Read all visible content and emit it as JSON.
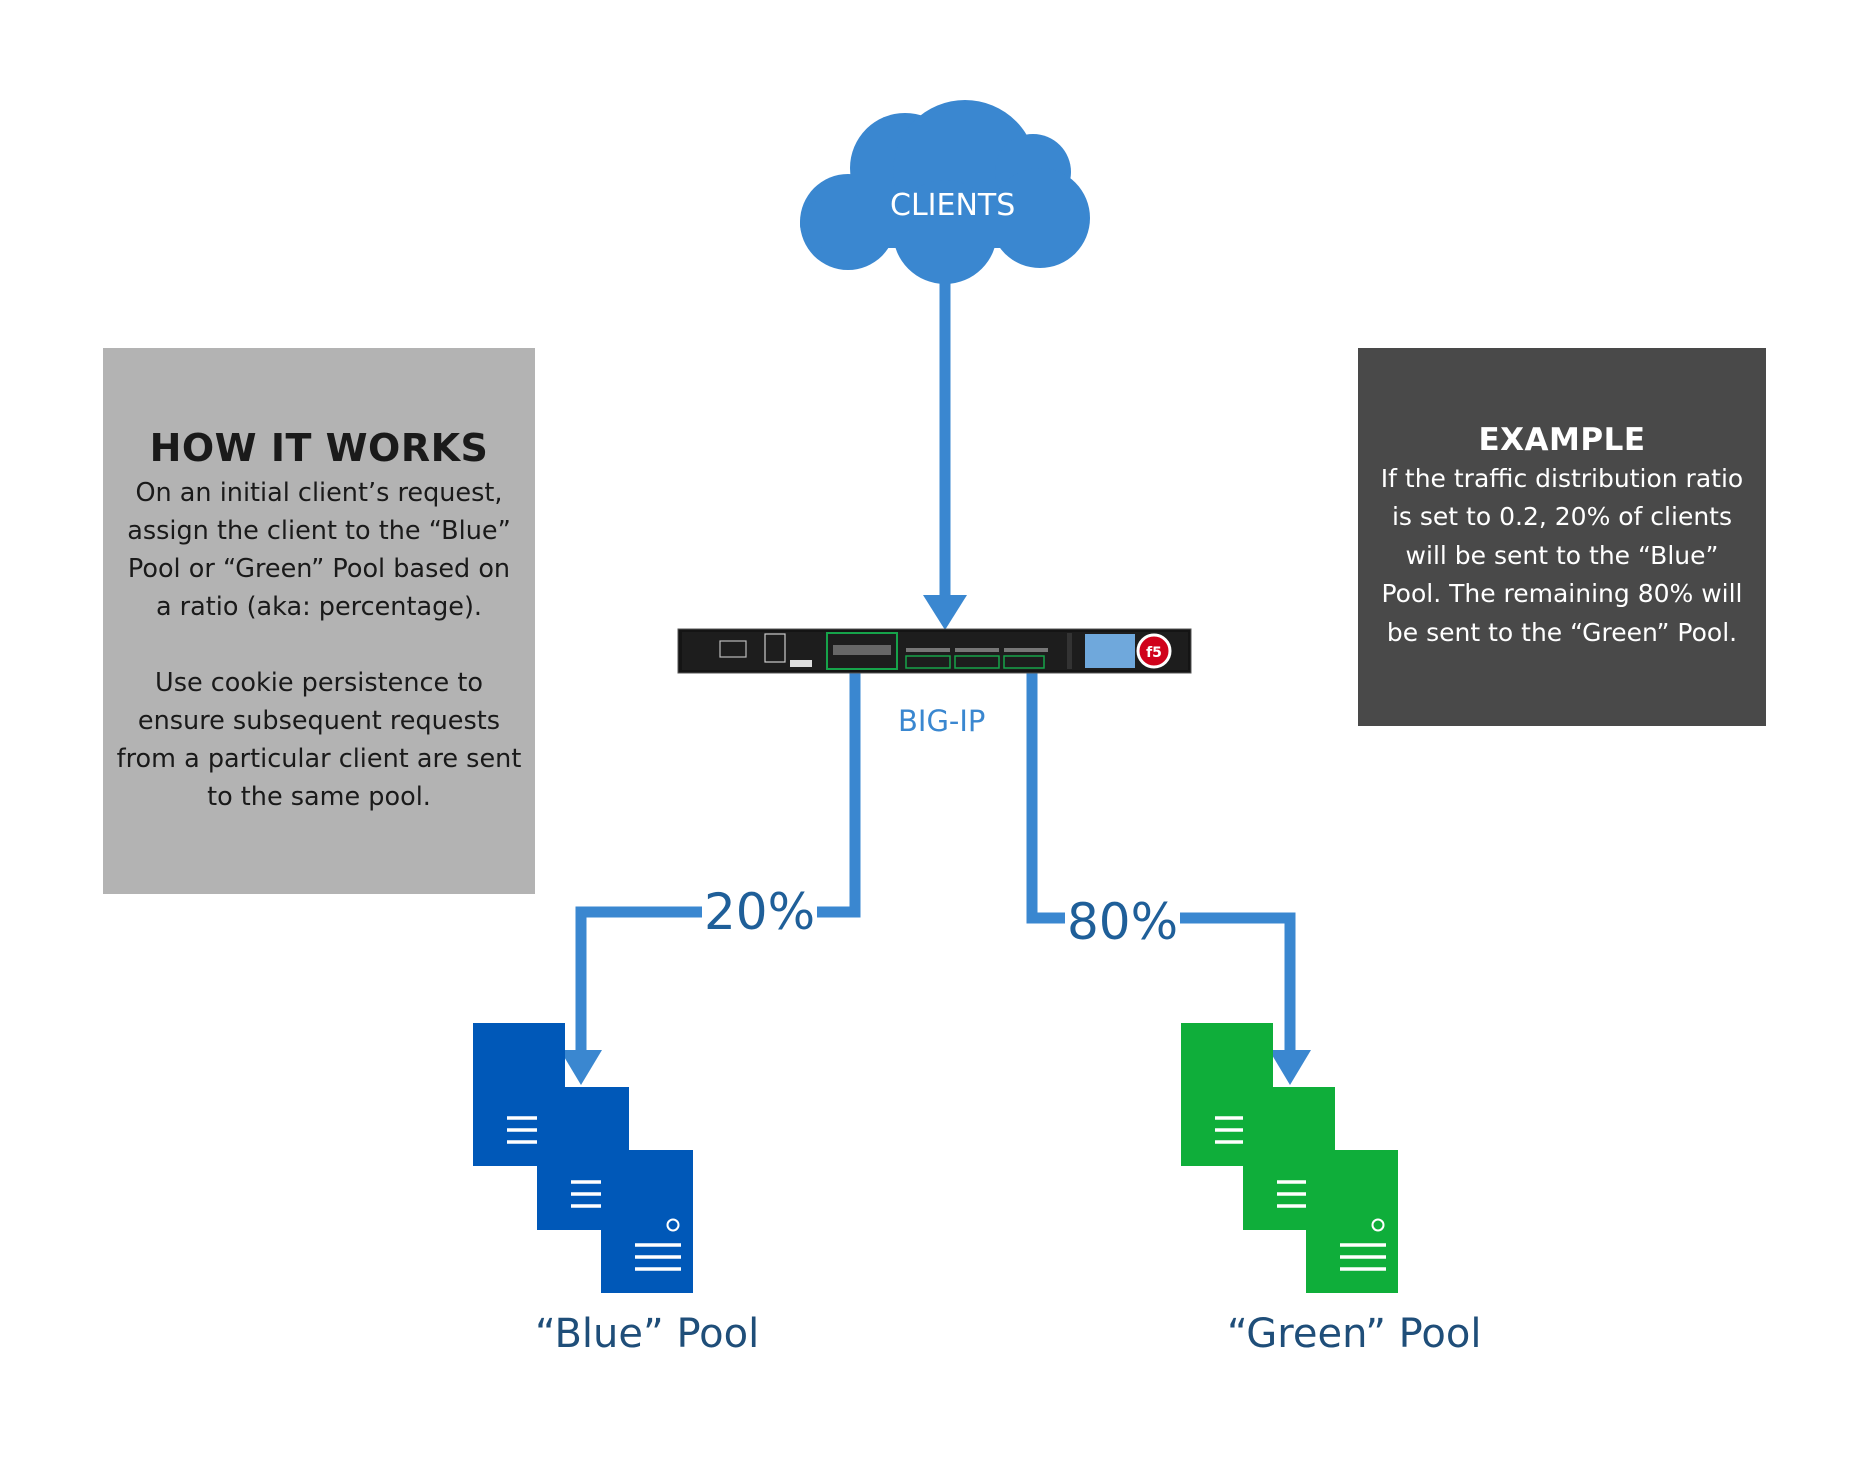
{
  "cloud": {
    "label": "CLIENTS",
    "color": "#3a87d0"
  },
  "device": {
    "label": "BIG-IP"
  },
  "how_it_works": {
    "title": "HOW IT WORKS",
    "lines1": [
      "On an initial client’s request,",
      "assign the client to the “Blue”",
      "Pool or “Green” Pool based on",
      "a ratio (aka: percentage)."
    ],
    "lines2": [
      "Use cookie persistence to",
      "ensure subsequent requests",
      "from a particular client are sent",
      "to the same pool."
    ]
  },
  "example": {
    "title": "EXAMPLE",
    "lines": [
      "If the traffic distribution ratio",
      "is set to 0.2, 20% of clients",
      "will be sent to the “Blue”",
      "Pool. The remaining 80% will",
      "be sent to the “Green” Pool."
    ]
  },
  "split": {
    "left_pct": "20%",
    "right_pct": "80%"
  },
  "pools": {
    "blue": {
      "label": "“Blue” Pool",
      "color": "#0058b8"
    },
    "green": {
      "label": "“Green” Pool",
      "color": "#0fae3a"
    }
  },
  "colors": {
    "flow": "#3a87d0",
    "percent_text": "#1f5f99",
    "pool_label_text": "#1f4e79"
  }
}
